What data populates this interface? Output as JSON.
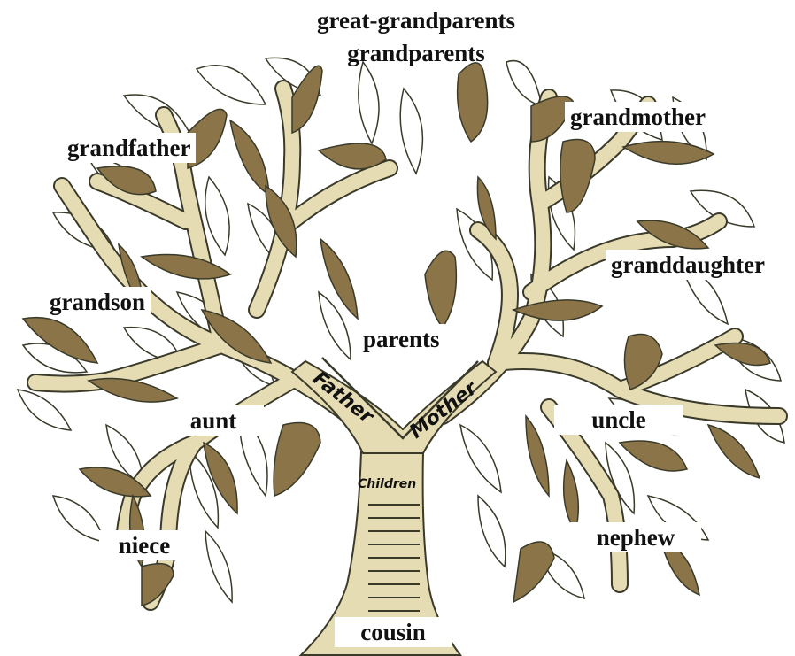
{
  "colors": {
    "bark": "#e6dcb4",
    "bark_outline": "#3a3a2a",
    "leaf_dark": "#8a7448",
    "leaf_light": "#ffffff",
    "text": "#111111"
  },
  "header": {
    "line1": "great-grandparents",
    "line2": "grandparents"
  },
  "trunk": {
    "father": "Father",
    "mother": "Mother",
    "children": "Children"
  },
  "labels": {
    "grandfather": "grandfather",
    "grandmother": "grandmother",
    "granddaughter": "granddaughter",
    "grandson": "grandson",
    "parents": "parents",
    "aunt": "aunt",
    "uncle": "uncle",
    "niece": "niece",
    "nephew": "nephew",
    "cousin": "cousin"
  }
}
